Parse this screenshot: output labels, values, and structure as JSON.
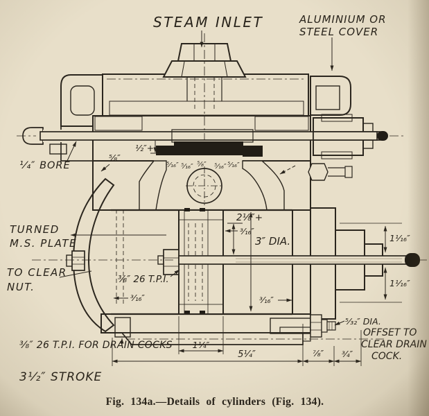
{
  "caption": "Fig. 134a.—Details of cylinders (Fig. 134).",
  "colors": {
    "paper": "#e8dfc9",
    "ink": "#2b261e"
  },
  "labels": {
    "steam_inlet": "STEAM INLET",
    "cover_1": "ALUMINIUM OR",
    "cover_2": "STEEL COVER",
    "bore": "¹⁄₄″ BORE",
    "turned_1": "TURNED",
    "turned_2": "M.S. PLATE",
    "clear_1": "TO CLEAR",
    "clear_2": "NUT.",
    "rod_thread": "³⁄₈″ 26 T.P.I.",
    "drain_note": "³⁄₈″ 26 T.P.I. FOR DRAIN COCKS",
    "stroke": "3¹⁄₂″ STROKE",
    "offset_1": "OFFSET TO",
    "offset_2": "CLEAR DRAIN",
    "offset_3": "COCK.",
    "bore_dia": "3″ DIA.",
    "drain_tip": "⁵⁄₃₂″ DIA."
  },
  "dims": {
    "wall_58": "⁵⁄₈″",
    "travel_12": "¹⁄₂″+",
    "port_1": "⁵⁄₁₆″",
    "port_2": "⁵⁄₁₆″",
    "port_3": "⁵⁄₈″",
    "port_4": "⁵⁄₁₆″",
    "port_5": "⁵⁄₁₆″",
    "plate_316": "³⁄₁₆″",
    "mid_218": "2¹⁄₈″+",
    "mid_316": "³⁄₁₆″",
    "wall_316": "³⁄₁₆″",
    "top_116": "1¹⁄₁₆″",
    "bot_116": "1¹⁄₁₆″",
    "span_114": "1¹⁄₄″",
    "span_514": "5¹⁄₄″",
    "span_78": "⁷⁄₈″",
    "span_34": "³⁄₄″"
  }
}
